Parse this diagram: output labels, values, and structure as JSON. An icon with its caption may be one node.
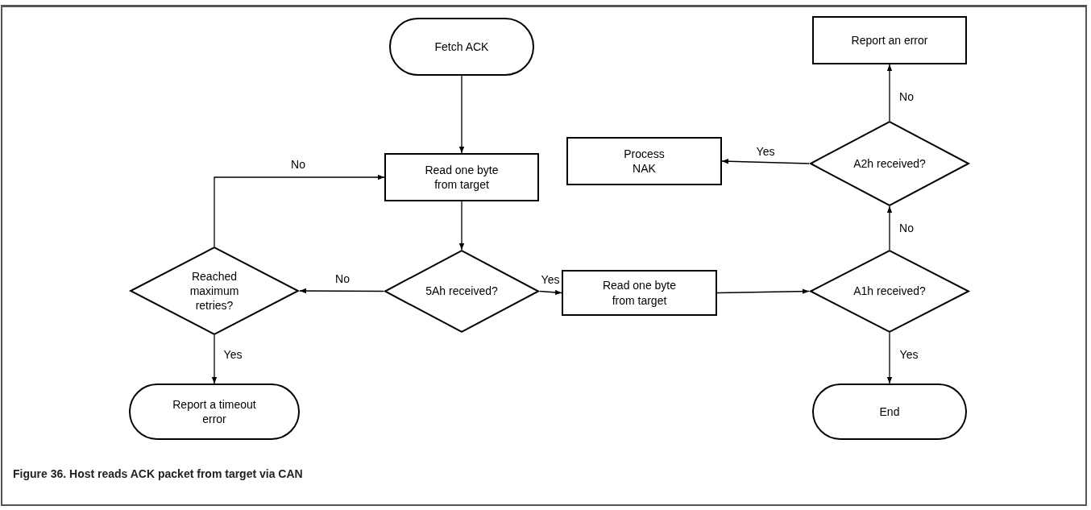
{
  "diagram": {
    "caption": "Figure 36. Host reads ACK packet from target via CAN",
    "nodes": [
      {
        "text": [
          "Fetch ACK"
        ]
      },
      {
        "text": [
          "Read one byte from target"
        ]
      },
      {
        "text": [
          "5Ah received?"
        ]
      },
      {
        "text": [
          "Reached maximum retries?"
        ]
      },
      {
        "text": [
          "Report a timeout error"
        ]
      },
      {
        "text": [
          "Read one byte from target"
        ]
      },
      {
        "text": [
          "A1h received?"
        ]
      },
      {
        "text": [
          "End"
        ]
      },
      {
        "text": [
          "A2h received?"
        ]
      },
      {
        "text": [
          "Process NAK"
        ]
      },
      {
        "text": [
          "Report an error"
        ]
      }
    ],
    "edges": [
      {
        "from": 0,
        "to": 1,
        "arrow": "to"
      },
      {
        "from": 1,
        "to": 2,
        "arrow": "to"
      },
      {
        "from": 2,
        "to": 3,
        "arrow": "to",
        "label": "No"
      },
      {
        "from": 3,
        "to": 4,
        "arrow": "to",
        "label": "Yes"
      },
      {
        "from": 3,
        "to": 1,
        "arrow": "to",
        "label": "No"
      },
      {
        "from": 2,
        "to": 5,
        "arrow": "to",
        "label": "Yes"
      },
      {
        "from": 5,
        "to": 6,
        "arrow": "to"
      },
      {
        "from": 6,
        "to": 7,
        "arrow": "to",
        "label": "Yes"
      },
      {
        "from": 6,
        "to": 8,
        "arrow": "to",
        "label": "No"
      },
      {
        "from": 8,
        "to": 9,
        "arrow": "to",
        "label": "Yes"
      },
      {
        "from": 8,
        "to": 10,
        "arrow": "to",
        "label": "No"
      }
    ]
  }
}
